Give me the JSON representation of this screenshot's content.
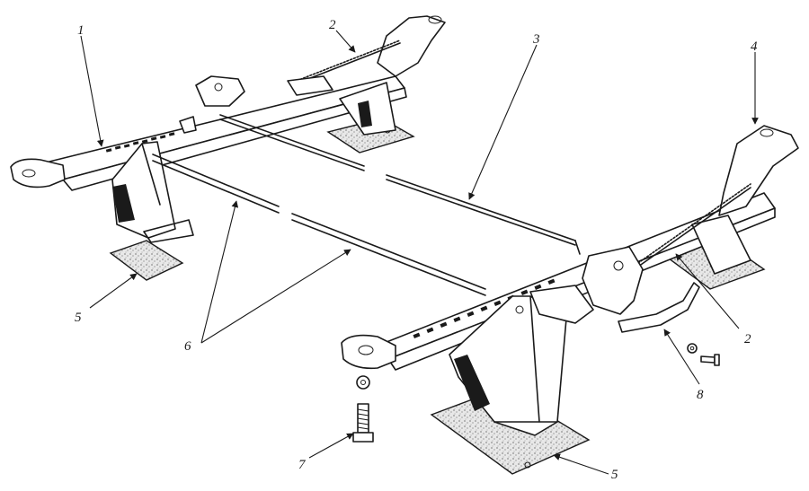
{
  "callouts": [
    {
      "label": "1"
    },
    {
      "label": "2"
    },
    {
      "label": "3"
    },
    {
      "label": "4"
    },
    {
      "label": "5"
    },
    {
      "label": "6"
    },
    {
      "label": "2"
    },
    {
      "label": "8"
    },
    {
      "label": "7"
    },
    {
      "label": "5"
    }
  ]
}
